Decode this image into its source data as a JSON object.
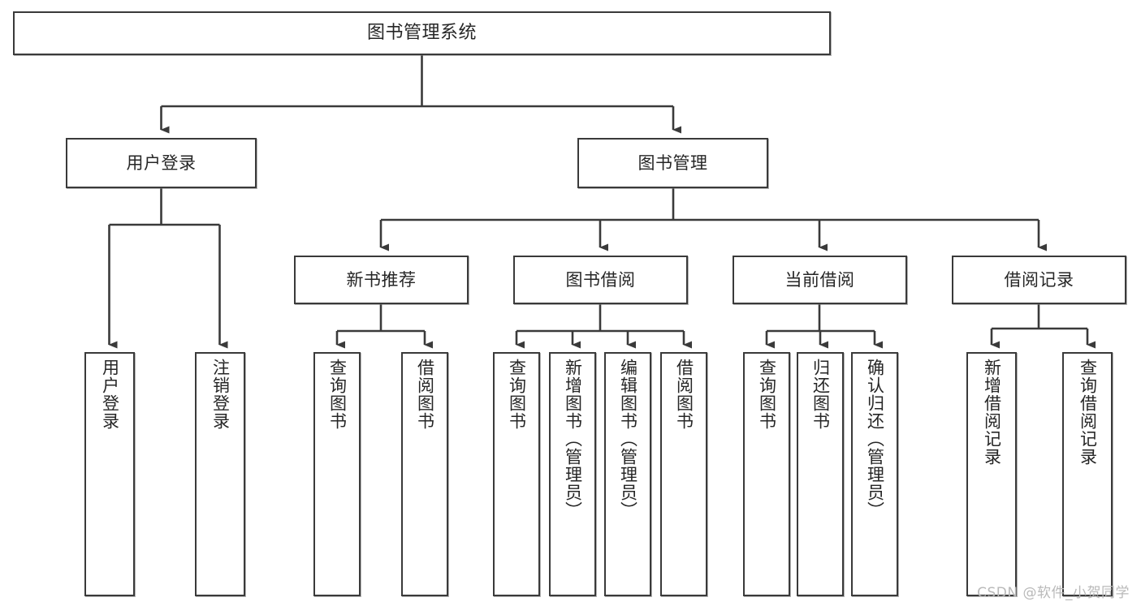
{
  "diagram": {
    "title": "图书管理系统",
    "type": "tree-hierarchy",
    "watermark": "CSDN @软件_小贺同学",
    "colors": {
      "border": "#3a3a3a",
      "text": "#262626",
      "background": "#ffffff",
      "edge": "#3a3a3a",
      "watermark": "#b9b9b9"
    },
    "nodes": {
      "root": {
        "label": "图书管理系统"
      },
      "level2": [
        {
          "label": "用户登录"
        },
        {
          "label": "图书管理"
        }
      ],
      "level3": [
        {
          "label": "新书推荐"
        },
        {
          "label": "图书借阅"
        },
        {
          "label": "当前借阅"
        },
        {
          "label": "借阅记录"
        }
      ],
      "leaves": {
        "user_login": [
          {
            "label": "用户登录"
          },
          {
            "label": "注销登录"
          }
        ],
        "new_book_recommend": [
          {
            "label": "查询图书"
          },
          {
            "label": "借阅图书"
          }
        ],
        "book_borrow": [
          {
            "label": "查询图书"
          },
          {
            "label": "新增图书（管理员）"
          },
          {
            "label": "编辑图书（管理员）"
          },
          {
            "label": "借阅图书"
          }
        ],
        "current_borrow": [
          {
            "label": "查询图书"
          },
          {
            "label": "归还图书"
          },
          {
            "label": "确认归还（管理员）"
          }
        ],
        "borrow_record": [
          {
            "label": "新增借阅记录"
          },
          {
            "label": "查询借阅记录"
          }
        ]
      }
    }
  }
}
